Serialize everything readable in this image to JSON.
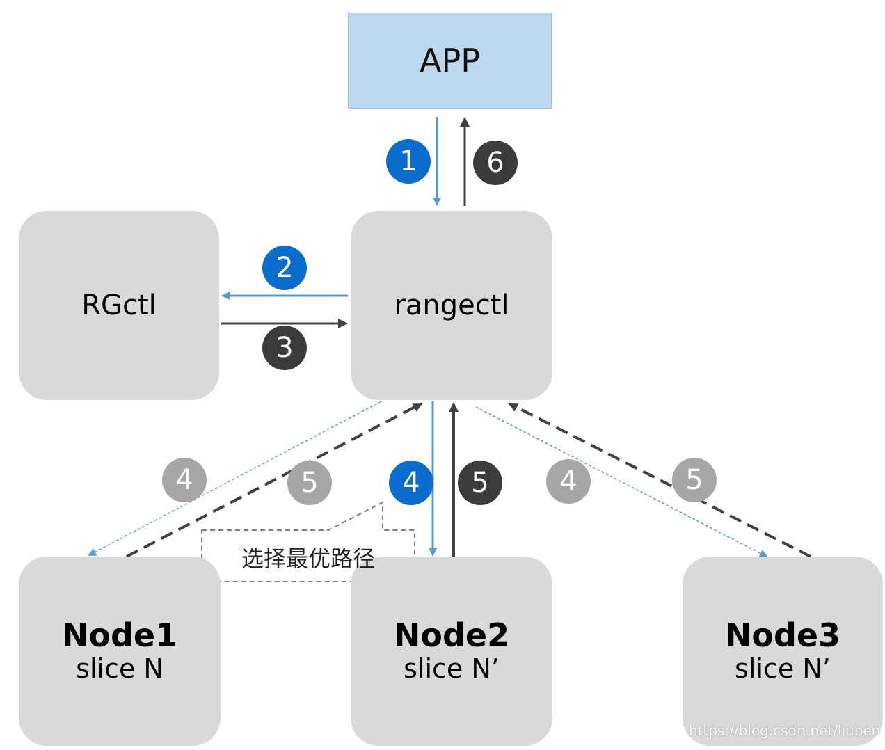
{
  "app": {
    "label": "APP"
  },
  "rangectl": {
    "label": "rangectl"
  },
  "rgctl": {
    "label": "RGctl"
  },
  "nodes": [
    {
      "title": "Node1",
      "slice": "slice N"
    },
    {
      "title": "Node2",
      "slice": "slice N’"
    },
    {
      "title": "Node3",
      "slice": "slice N’"
    }
  ],
  "badges": {
    "step1": "1",
    "step2": "2",
    "step3": "3",
    "step4_node1": "4",
    "step5_node1": "5",
    "step4_node2": "4",
    "step5_node2": "5",
    "step4_node3": "4",
    "step5_node3": "5",
    "step6": "6"
  },
  "callout": {
    "text": "选择最优路径"
  },
  "watermark": "https://blog.csdn.net/liuben",
  "colors": {
    "blue": "#0a6ccc",
    "dark": "#3b3b3b",
    "grey": "#a6a6a6",
    "box": "#d9d9d9",
    "app": "#bdd7ee",
    "arrow_blue": "#5b9bd5"
  }
}
